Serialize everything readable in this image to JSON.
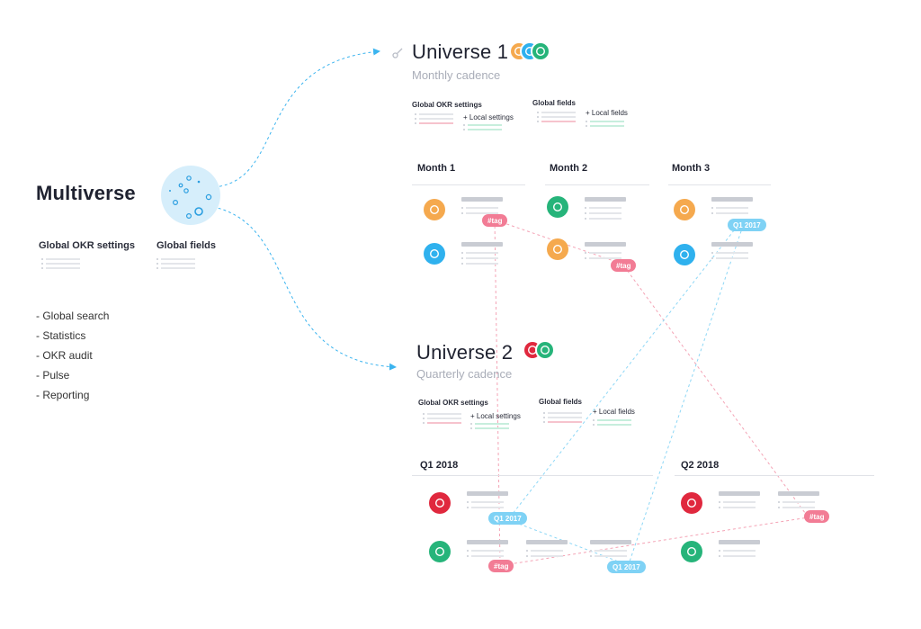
{
  "multiverse": {
    "title": "Multiverse",
    "global_okr_settings_label": "Global OKR settings",
    "global_fields_label": "Global fields",
    "features": [
      "- Global search",
      "- Statistics",
      "- OKR audit",
      "- Pulse",
      "- Reporting"
    ]
  },
  "universe1": {
    "title": "Universe 1",
    "cadence": "Monthly cadence",
    "global_okr_settings_label": "Global OKR settings",
    "local_settings_label": "+ Local settings",
    "global_fields_label": "Global fields",
    "local_fields_label": "+ Local fields",
    "columns": [
      "Month 1",
      "Month 2",
      "Month 3"
    ]
  },
  "universe2": {
    "title": "Universe 2",
    "cadence": "Quarterly cadence",
    "global_okr_settings_label": "Global OKR settings",
    "local_settings_label": "+ Local settings",
    "global_fields_label": "Global fields",
    "local_fields_label": "+ Local fields",
    "columns": [
      "Q1 2018",
      "Q2 2018"
    ]
  },
  "tags": {
    "tag": "#tag",
    "q1_2017": "Q1 2017"
  },
  "colors": {
    "orange": "#f5a94e",
    "blue": "#2fb1ee",
    "green": "#26b47a",
    "red": "#e0283e",
    "tag_pink": "#f27c95",
    "quarter_blue": "#7fd2f5"
  },
  "icons": {
    "universe1": "key-icon",
    "avatar": "face-icon"
  }
}
